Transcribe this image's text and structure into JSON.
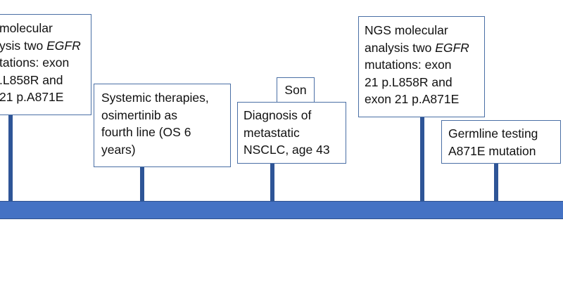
{
  "colors": {
    "timeline_bar": "#4472c4",
    "stem": "#2e5597",
    "box_border": "#4a6fa5"
  },
  "events": [
    {
      "lines": [
        [
          {
            "t": " molecular"
          }
        ],
        [
          {
            "t": "ysis two "
          },
          {
            "t": "EGFR",
            "i": true
          }
        ],
        [
          {
            "t": "tations: exon"
          }
        ],
        [
          {
            "t": ".L858R and"
          }
        ],
        [
          {
            "t": " 21 p.A871E"
          }
        ]
      ]
    },
    {
      "lines": [
        [
          {
            "t": "Systemic therapies,"
          }
        ],
        [
          {
            "t": "osimertinib as"
          }
        ],
        [
          {
            "t": "fourth line (OS 6"
          }
        ],
        [
          {
            "t": "years)"
          }
        ]
      ]
    },
    {
      "label": "Son",
      "lines": [
        [
          {
            "t": "Diagnosis of"
          }
        ],
        [
          {
            "t": "metastatic"
          }
        ],
        [
          {
            "t": "NSCLC, age 43"
          }
        ]
      ]
    },
    {
      "lines": [
        [
          {
            "t": "NGS molecular"
          }
        ],
        [
          {
            "t": "analysis two "
          },
          {
            "t": "EGFR",
            "i": true
          }
        ],
        [
          {
            "t": "mutations: exon"
          }
        ],
        [
          {
            "t": "21 p.L858R and"
          }
        ],
        [
          {
            "t": "exon 21 p.A871E"
          }
        ]
      ]
    },
    {
      "lines": [
        [
          {
            "t": "Germline testing"
          }
        ],
        [
          {
            "t": "A871E mutation"
          }
        ]
      ]
    }
  ]
}
